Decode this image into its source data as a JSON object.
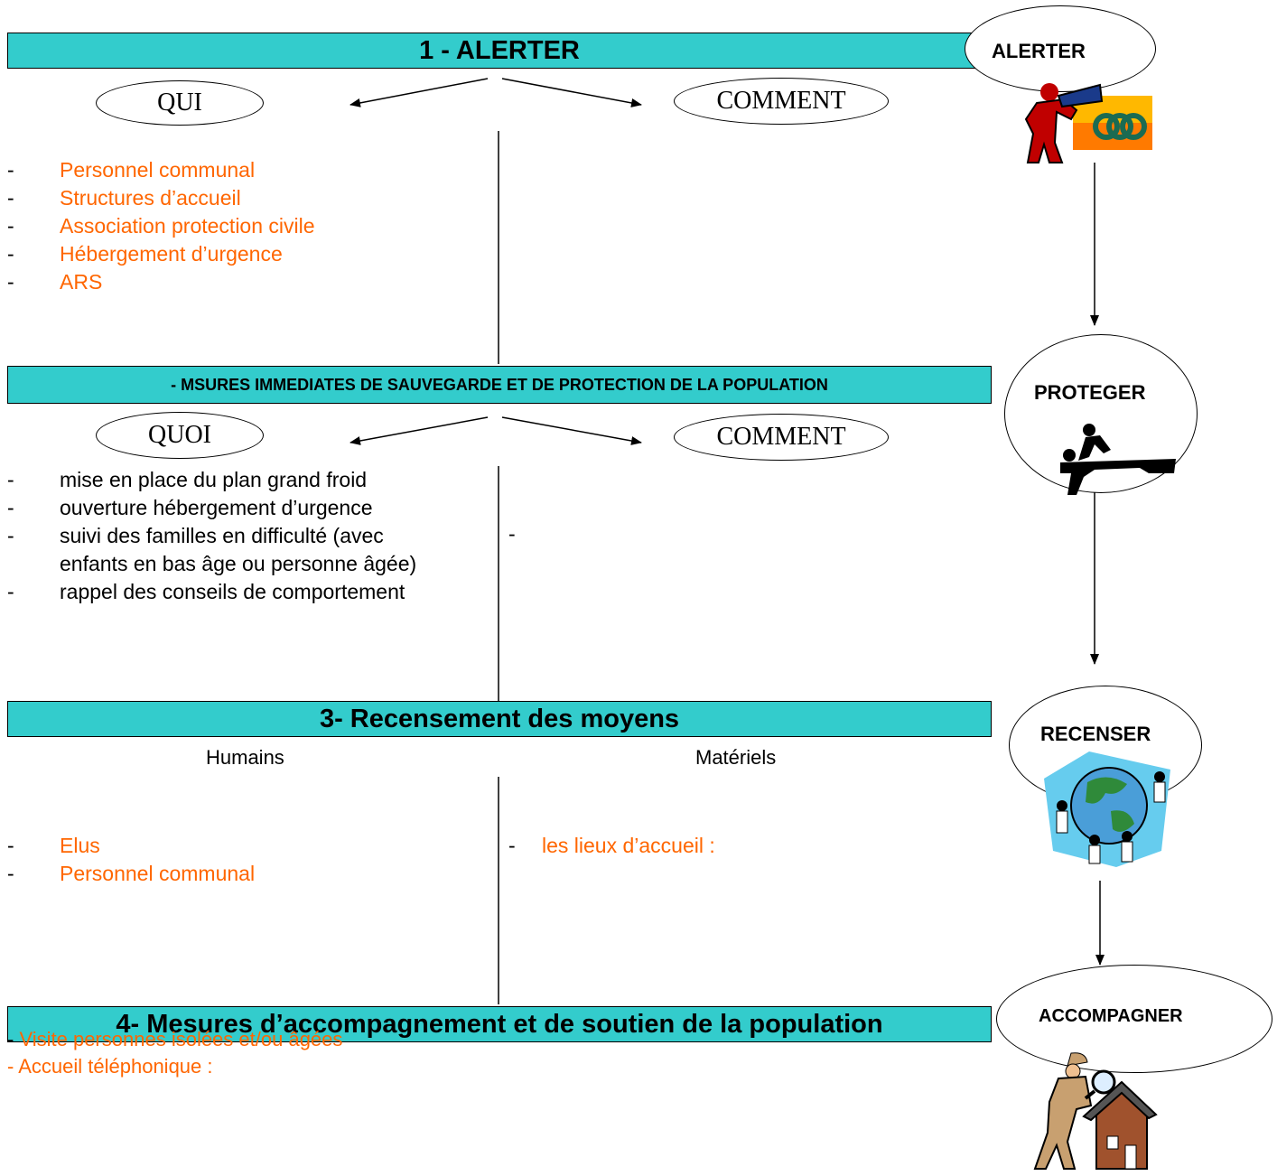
{
  "section1": {
    "title": "1 -  ALERTER",
    "left_oval": "QUI",
    "right_oval": "COMMENT",
    "items": [
      "Personnel communal",
      "Structures d’accueil",
      "Association protection civile",
      "Hébergement d’urgence",
      "ARS"
    ]
  },
  "section2": {
    "title": "- MSURES IMMEDIATES DE SAUVEGARDE ET DE PROTECTION DE LA POPULATION",
    "left_oval": "QUOI",
    "right_oval": "COMMENT",
    "items": [
      "mise en place du plan grand froid",
      "ouverture hébergement d’urgence",
      "suivi des familles en difficulté (avec",
      "enfants en bas âge ou personne âgée)",
      "rappel des conseils de comportement"
    ],
    "right_dash": "-"
  },
  "section3": {
    "title": "3- Recensement des moyens",
    "col_left": "Humains",
    "col_right": "Matériels",
    "left_items": [
      "Elus",
      "Personnel communal"
    ],
    "right_items": [
      "les lieux d’accueil :"
    ]
  },
  "section4": {
    "title": "4- Mesures d’accompagnement et de soutien de la population",
    "items": [
      "Visite personnes isolées et/ou âgées",
      "Accueil téléphonique :"
    ]
  },
  "sidebar": {
    "steps": [
      "ALERTER",
      "PROTEGER",
      "RECENSER",
      "ACCOMPAGNER"
    ],
    "icons": [
      "megaphone-person-icon",
      "first-aid-person-icon",
      "people-around-globe-icon",
      "detective-house-icon"
    ]
  },
  "colors": {
    "bar": "#33cccc",
    "accent_text": "#ff6600"
  }
}
